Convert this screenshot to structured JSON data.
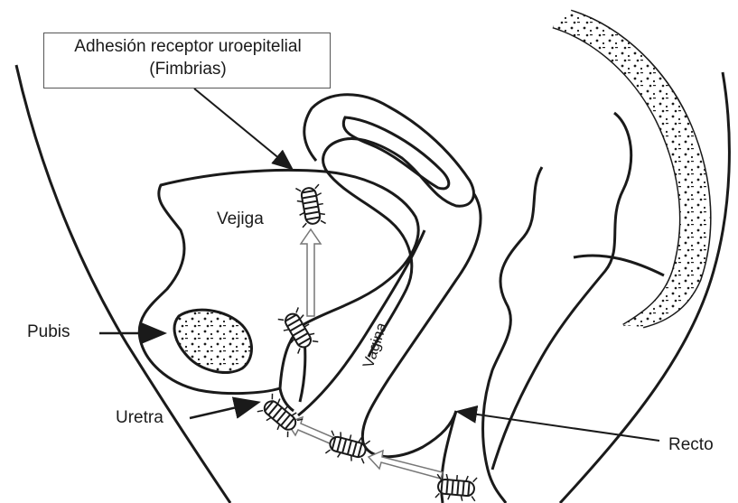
{
  "callout": {
    "line1": "Adhesión receptor uroepitelial",
    "line2": "(Fimbrias)"
  },
  "labels": {
    "vejiga": "Vejiga",
    "pubis": "Pubis",
    "uretra": "Uretra",
    "vagina": "Vagina",
    "recto": "Recto"
  },
  "colors": {
    "ink": "#1a1a1a",
    "arrow_fill": "#ffffff",
    "background": "#ffffff"
  }
}
